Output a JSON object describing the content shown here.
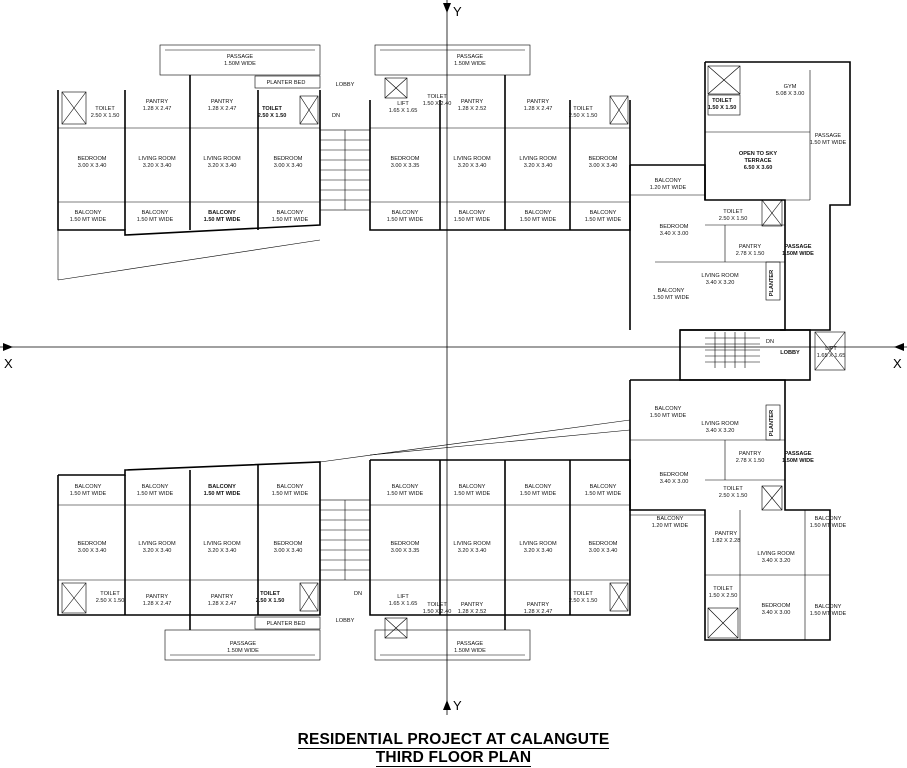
{
  "drawing": {
    "title_line1": "RESIDENTIAL PROJECT AT CALANGUTE",
    "title_line2": "THIRD FLOOR PLAN",
    "axis_x_left": "X",
    "axis_x_right": "X",
    "axis_y_top": "Y",
    "axis_y_bottom": "Y"
  },
  "upper": {
    "passage_left": [
      "PASSAGE",
      "1.50M WIDE"
    ],
    "passage_right": [
      "PASSAGE",
      "1.50M WIDE"
    ],
    "planter_bed": "PLANTER BED",
    "lobby": "LOBBY",
    "dn": "DN",
    "lift": [
      "LIFT",
      "1.65 X 1.65"
    ],
    "toilet_lift": [
      "TOILET",
      "1.50 X 2.40"
    ],
    "units": [
      {
        "toilet": [
          "TOILET",
          "2.50 X 1.50"
        ],
        "pantry": [
          "PANTRY",
          "1.28 X 2.47"
        ],
        "bedroom": [
          "BEDROOM",
          "3.00 X 3.40"
        ],
        "living": [
          "LIVING ROOM",
          "3.20 X 3.40"
        ],
        "balcony1": [
          "BALCONY",
          "1.50 MT WIDE"
        ],
        "balcony2": [
          "BALCONY",
          "1.50 MT WIDE"
        ]
      },
      {
        "pantry": [
          "PANTRY",
          "1.28 X 2.47"
        ],
        "toilet": [
          "TOILET",
          "2.50 X 1.50"
        ],
        "living": [
          "LIVING ROOM",
          "3.20 X 3.40"
        ],
        "bedroom": [
          "BEDROOM",
          "3.00 X 3.40"
        ],
        "balcony1": [
          "BALCONY",
          "1.50 MT WIDE"
        ],
        "balcony2": [
          "BALCONY",
          "1.50 MT WIDE"
        ]
      },
      {
        "pantry": [
          "PANTRY",
          "1.28 X 2.52"
        ],
        "bedroom": [
          "BEDROOM",
          "3.00 X 3.35"
        ],
        "living": [
          "LIVING ROOM",
          "3.20 X 3.40"
        ],
        "balcony1": [
          "BALCONY",
          "1.50 MT WIDE"
        ],
        "balcony2": [
          "BALCONY",
          "1.50 MT WIDE"
        ]
      },
      {
        "pantry": [
          "PANTRY",
          "1.28 X 2.47"
        ],
        "toilet": [
          "TOILET",
          "2.50 X 1.50"
        ],
        "living": [
          "LIVING ROOM",
          "3.20 X 3.40"
        ],
        "bedroom": [
          "BEDROOM",
          "3.00 X 3.40"
        ],
        "balcony1": [
          "BALCONY",
          "1.50 MT WIDE"
        ],
        "balcony2": [
          "BALCONY",
          "1.50 MT WIDE"
        ]
      }
    ]
  },
  "lower": {
    "passage_left": [
      "PASSAGE",
      "1.50M WIDE"
    ],
    "passage_right": [
      "PASSAGE",
      "1.50M WIDE"
    ],
    "planter_bed": "PLANTER BED",
    "lobby": "LOBBY",
    "dn": "DN",
    "lift": [
      "LIFT",
      "1.65 X 1.65"
    ],
    "toilet_lift": [
      "TOILET",
      "1.50 X 2.40"
    ],
    "units": [
      {
        "toilet": [
          "TOILET",
          "2.50 X 1.50"
        ],
        "pantry": [
          "PANTRY",
          "1.28 X 2.47"
        ],
        "bedroom": [
          "BEDROOM",
          "3.00 X 3.40"
        ],
        "living": [
          "LIVING ROOM",
          "3.20 X 3.40"
        ],
        "balcony1": [
          "BALCONY",
          "1.50 MT WIDE"
        ],
        "balcony2": [
          "BALCONY",
          "1.50 MT WIDE"
        ]
      },
      {
        "pantry": [
          "PANTRY",
          "1.28 X 2.47"
        ],
        "toilet": [
          "TOILET",
          "2.50 X 1.50"
        ],
        "living": [
          "LIVING ROOM",
          "3.20 X 3.40"
        ],
        "bedroom": [
          "BEDROOM",
          "3.00 X 3.40"
        ],
        "balcony1": [
          "BALCONY",
          "1.50 MT WIDE"
        ],
        "balcony2": [
          "BALCONY",
          "1.50 MT WIDE"
        ]
      },
      {
        "pantry": [
          "PANTRY",
          "1.28 X 2.52"
        ],
        "bedroom": [
          "BEDROOM",
          "3.00 X 3.35"
        ],
        "living": [
          "LIVING ROOM",
          "3.20 X 3.40"
        ],
        "balcony1": [
          "BALCONY",
          "1.50 MT WIDE"
        ],
        "balcony2": [
          "BALCONY",
          "1.50 MT WIDE"
        ]
      },
      {
        "pantry": [
          "PANTRY",
          "1.28 X 2.47"
        ],
        "toilet": [
          "TOILET",
          "2.50 X 1.50"
        ],
        "living": [
          "LIVING ROOM",
          "3.20 X 3.40"
        ],
        "bedroom": [
          "BEDROOM",
          "3.00 X 3.40"
        ],
        "balcony1": [
          "BALCONY",
          "1.50 MT WIDE"
        ],
        "balcony2": [
          "BALCONY",
          "1.50 MT WIDE"
        ]
      }
    ]
  },
  "east_wing": {
    "gym": [
      "GYM",
      "5.08 X 3.00"
    ],
    "toilet_gym": [
      "TOILET",
      "1.50 X 1.50"
    ],
    "open_terrace": [
      "OPEN TO SKY",
      "TERRACE",
      "6.50 X 3.60"
    ],
    "passage_top": [
      "PASSAGE",
      "1.50 MT WIDE"
    ],
    "balcony_top": [
      "BALCONY",
      "1.20 MT WIDE"
    ],
    "bedroom_top": [
      "BEDROOM",
      "3.40 X 3.00"
    ],
    "toilet_top": [
      "TOILET",
      "2.50 X 1.50"
    ],
    "pantry_top": [
      "PANTRY",
      "2.78 X 1.50"
    ],
    "passage_mid_top": [
      "PASSAGE",
      "1.50M WIDE"
    ],
    "living_top": [
      "LIVING ROOM",
      "3.40 X 3.20"
    ],
    "balcony_top2": [
      "BALCONY",
      "1.50 MT WIDE"
    ],
    "planter_top": "PLANTER",
    "dn": "DN",
    "lobby": "LOBBY",
    "lift": [
      "LIFT",
      "1.65 X 1.65"
    ],
    "balcony_mid": [
      "BALCONY",
      "1.50 MT WIDE"
    ],
    "living_mid": [
      "LIVING ROOM",
      "3.40 X 3.20"
    ],
    "planter_mid": "PLANTER",
    "pantry_mid": [
      "PANTRY",
      "2.78 X 1.50"
    ],
    "passage_mid": [
      "PASSAGE",
      "1.50M WIDE"
    ],
    "bedroom_mid": [
      "BEDROOM",
      "3.40 X 3.00"
    ],
    "toilet_mid": [
      "TOILET",
      "2.50 X 1.50"
    ],
    "balcony_mid2": [
      "BALCONY",
      "1.20 MT WIDE"
    ],
    "pantry_low": [
      "PANTRY",
      "1.82 X 2.28"
    ],
    "living_low": [
      "LIVING ROOM",
      "3.40 X 3.20"
    ],
    "balcony_low1": [
      "BALCONY",
      "1.50 MT WIDE"
    ],
    "toilet_low": [
      "TOILET",
      "1.50 X 2.50"
    ],
    "bedroom_low": [
      "BEDROOM",
      "3.40 X 3.00"
    ],
    "balcony_low2": [
      "BALCONY",
      "1.50 MT WIDE"
    ]
  }
}
